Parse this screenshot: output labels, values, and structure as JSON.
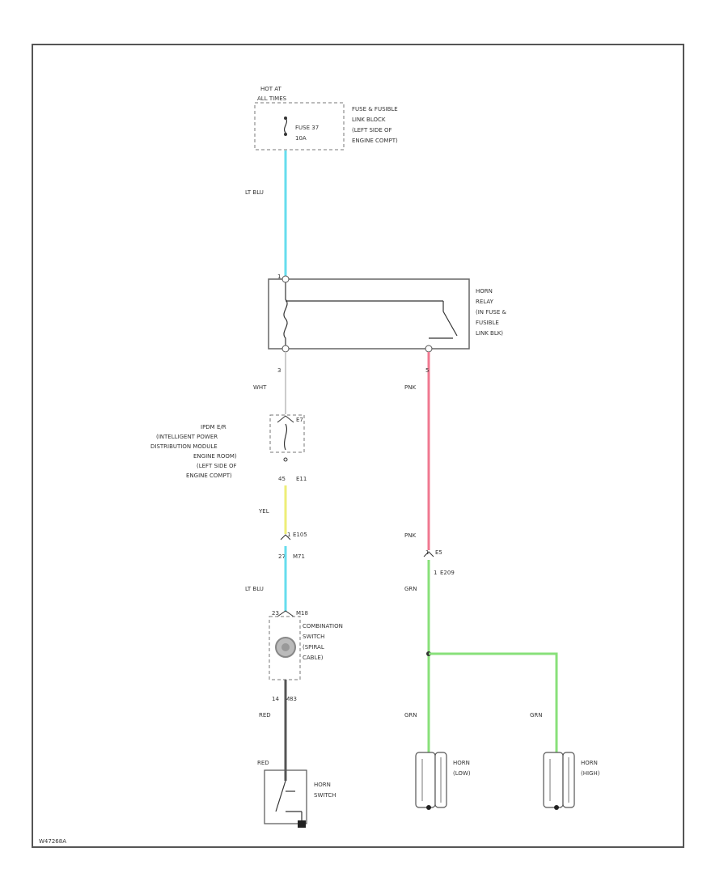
{
  "fuse_block": {
    "hot_label_1": "HOT AT",
    "hot_label_2": "ALL TIMES",
    "fuse_name_1": "FUSE 37",
    "fuse_name_2": "10A",
    "location": [
      "FUSE & FUSIBLE",
      "LINK BLOCK",
      "(LEFT SIDE OF",
      "ENGINE COMPT)"
    ]
  },
  "horn_relay": {
    "label": [
      "HORN",
      "RELAY",
      "(IN FUSE &",
      "FUSIBLE",
      "LINK BLK)"
    ],
    "pin_top": "1",
    "pin_left_bottom": "3",
    "pin_right_bottom": "5"
  },
  "ipdm": {
    "label": [
      "IPDM E/R",
      "(INTELLIGENT POWER",
      "DISTRIBUTION MODULE",
      "ENGINE ROOM)",
      "(LEFT SIDE OF",
      "ENGINE COMPT)"
    ],
    "pin_top": "E7",
    "pin_bottom": "E11",
    "pin_bottom_num": "45"
  },
  "connectors": {
    "e105_pin": "1",
    "e105": "E105",
    "m71_pin": "27",
    "m71": "M71",
    "m18": "M18",
    "m18_pin": "23",
    "e5_pin": "1",
    "e5": "E5",
    "e209_pin": "1",
    "e209": "E209",
    "m83_pin": "14",
    "m83": "M83"
  },
  "combination_switch": {
    "label": [
      "COMBINATION",
      "SWITCH",
      "(SPIRAL",
      "CABLE)"
    ]
  },
  "horn_switch": {
    "label": [
      "HORN",
      "SWITCH"
    ]
  },
  "horn_low": {
    "label": [
      "HORN",
      "(LOW)"
    ]
  },
  "horn_high": {
    "label": [
      "HORN",
      "(HIGH)"
    ]
  },
  "wires": {
    "fuse_to_relay": "LT BLU",
    "relay_to_ipdm": "WHT",
    "relay_to_e5": "PNK",
    "e5_pnk": "PNK",
    "ipdm_out": "YEL",
    "to_combination": "LT BLU",
    "e5_to_horns": "GRN",
    "horn_switch_wire": "RED",
    "combination_out": "RED",
    "horn_low_wire": "GRN",
    "horn_high_wire": "GRN"
  },
  "colors": {
    "lt_blu": "#66ddee",
    "pnk": "#f07890",
    "yel": "#eeee77",
    "grn": "#88e07a",
    "red_wire": "#555555",
    "wht": "#cccccc",
    "frame": "#555555"
  },
  "footer": {
    "code": "W47268A"
  }
}
